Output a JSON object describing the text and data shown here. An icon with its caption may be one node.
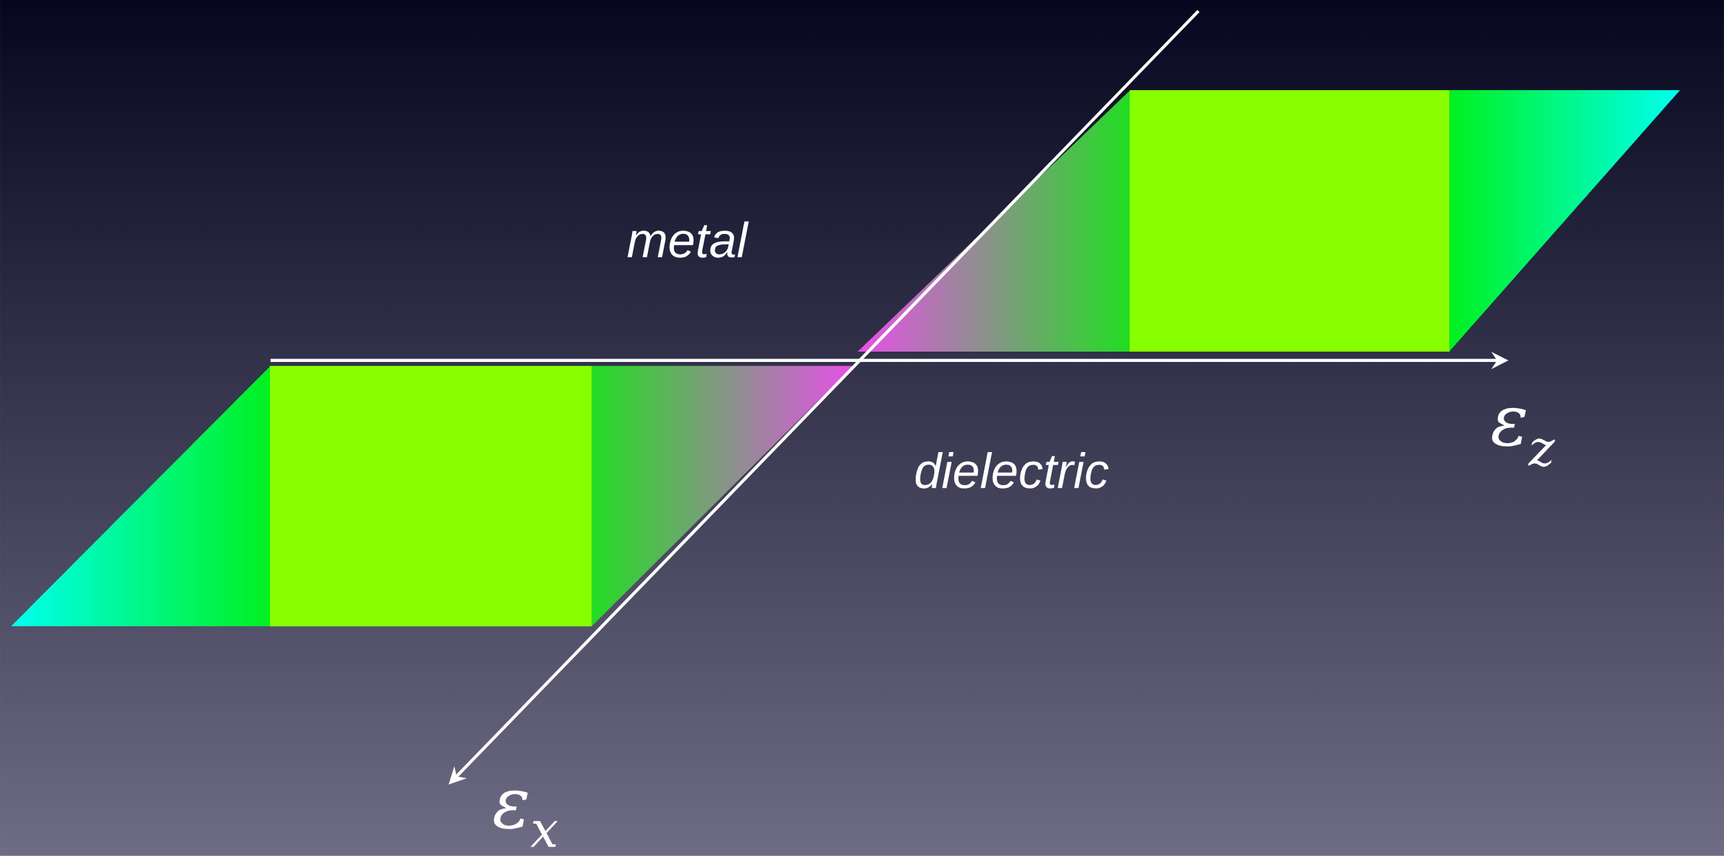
{
  "diagram": {
    "labels": [
      "metal",
      "dielectric",
      "ε$_{z}$",
      "ε$_{x}$"
    ]
  }
}
